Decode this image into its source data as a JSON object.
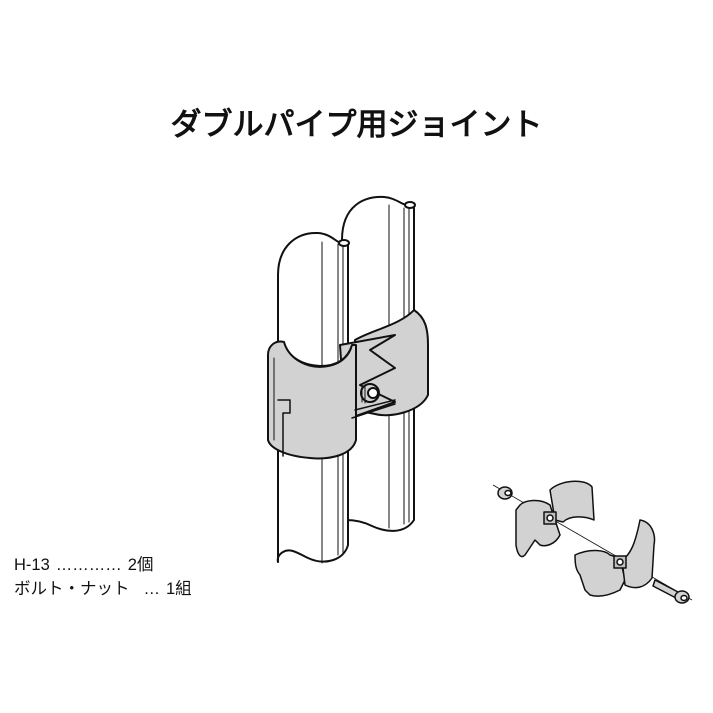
{
  "title": "ダブルパイプ用ジョイント",
  "diagram": {
    "assembled_view": {
      "label": "assembled double pipe joint",
      "pipes": [
        "left-pipe",
        "right-pipe"
      ],
      "clamp_color": "#d2d2d2"
    },
    "exploded_view": {
      "label": "exploded clamp halves with bolt and nut",
      "parts": [
        "nut",
        "clamp-half-upper",
        "clamp-half-lower",
        "bolt"
      ]
    }
  },
  "parts_list": [
    {
      "name": "H-13",
      "dots": "…………",
      "qty": "2個"
    },
    {
      "name": "ボルト・ナット",
      "dots": "…",
      "qty": "1組"
    }
  ],
  "colors": {
    "line": "#111111",
    "clamp_fill": "#d2d2d2",
    "background": "#ffffff"
  }
}
